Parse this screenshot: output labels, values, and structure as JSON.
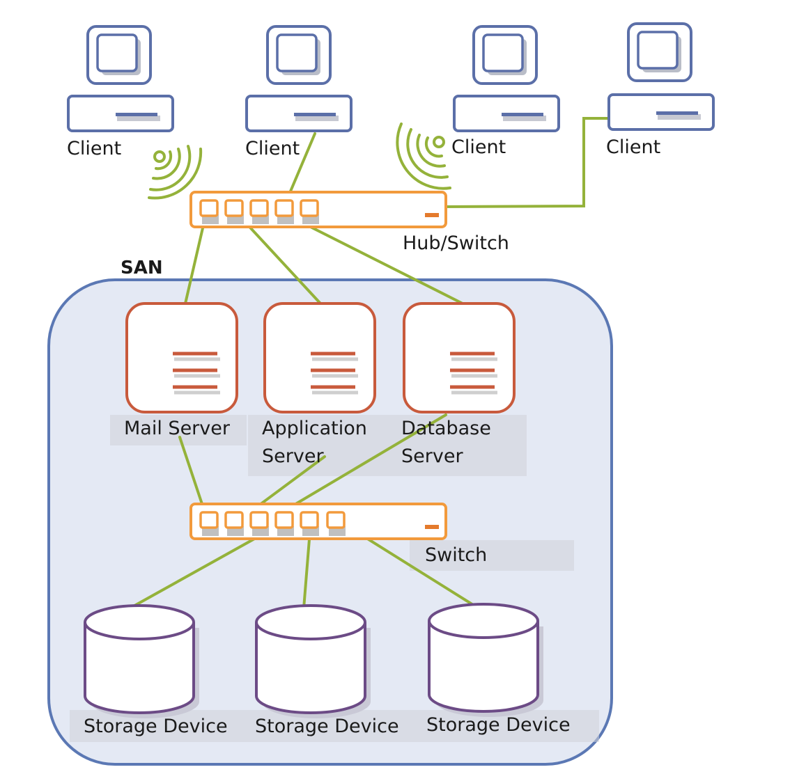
{
  "clients": [
    {
      "label": "Client",
      "connection": "wireless"
    },
    {
      "label": "Client",
      "connection": "wired"
    },
    {
      "label": "Client",
      "connection": "wireless"
    },
    {
      "label": "Client",
      "connection": "wired"
    }
  ],
  "hub": {
    "label": "Hub/Switch"
  },
  "san": {
    "label": "SAN"
  },
  "servers": [
    {
      "line1": "Mail Server",
      "line2": ""
    },
    {
      "line1": "Application",
      "line2": "Server"
    },
    {
      "line1": "Database",
      "line2": "Server"
    }
  ],
  "switch": {
    "label": "Switch"
  },
  "storage": [
    {
      "label": "Storage Device"
    },
    {
      "label": "Storage Device"
    },
    {
      "label": "Storage Device"
    }
  ],
  "colors": {
    "link": "#94b23a",
    "client": "#5b6fa8",
    "hub": "#f29a3c",
    "server": "#c85a3c",
    "storage": "#6c4b86",
    "san_fill": "#e4e9f4",
    "san_border": "#5b78b4"
  }
}
